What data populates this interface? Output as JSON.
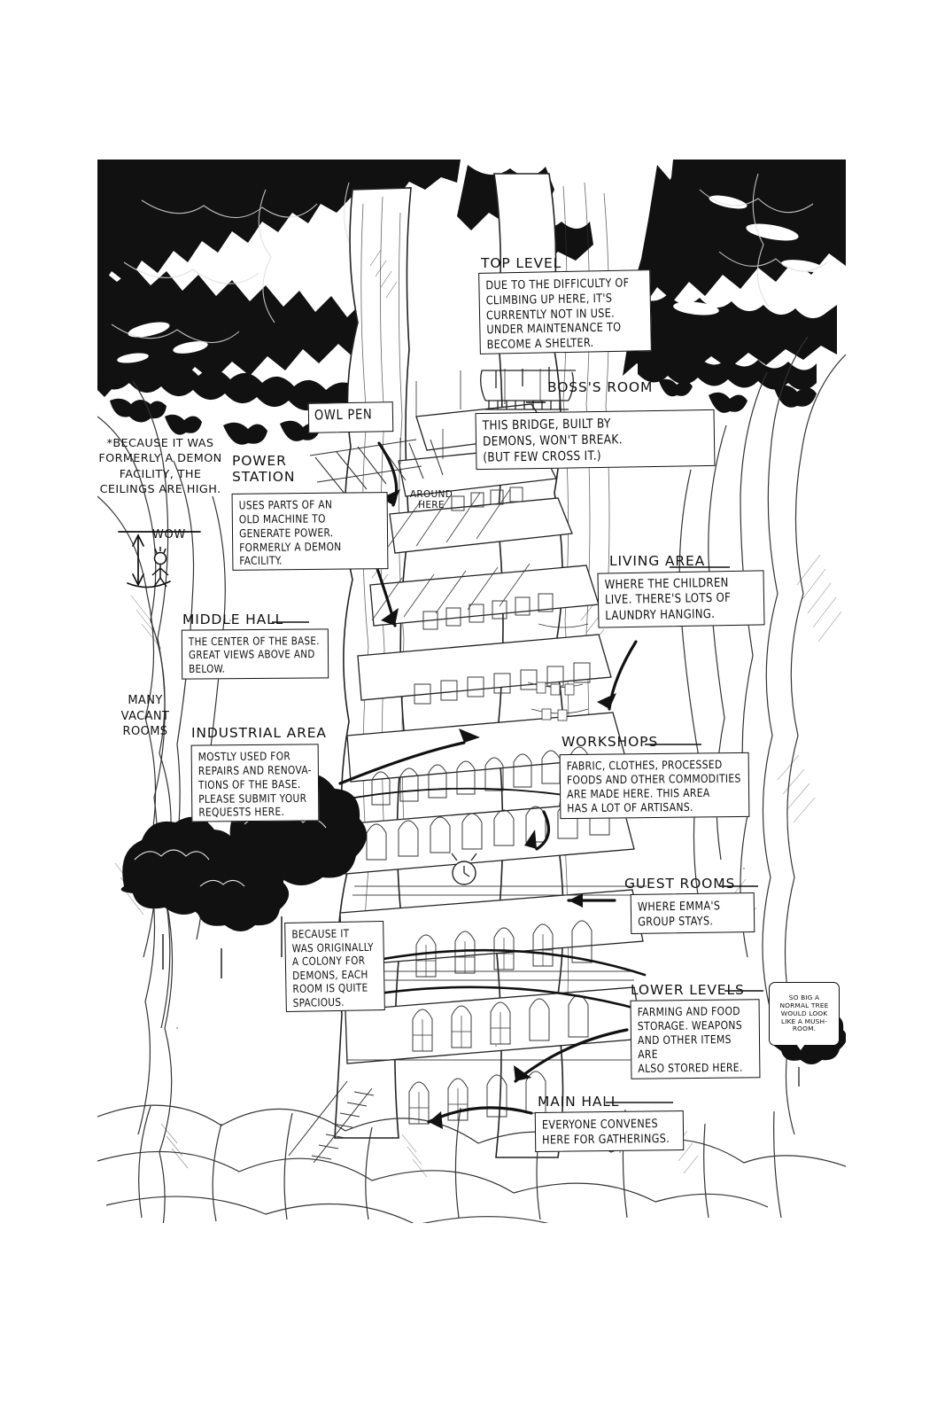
{
  "page": {
    "kind": "manga-cross-section-diagram",
    "subject": "Giant tree base interior cutaway with annotated areas",
    "ink": "#111111",
    "paper": "#ffffff"
  },
  "callouts": [
    {
      "id": "top-level",
      "heading": "TOP LEVEL",
      "body": "DUE TO THE DIFFICULTY OF\nCLIMBING UP HERE, IT'S\nCURRENTLY NOT IN USE.\nUNDER MAINTENANCE TO\nBECOME A SHELTER."
    },
    {
      "id": "boss-room",
      "heading": "BOSS'S ROOM",
      "body": "THIS BRIDGE, BUILT BY\nDEMONS, WON'T BREAK.\n(BUT FEW CROSS IT.)"
    },
    {
      "id": "owl-pen",
      "heading": "OWL PEN",
      "body": ""
    },
    {
      "id": "power-station",
      "heading": "POWER\nSTATION",
      "body": "USES PARTS OF AN\nOLD MACHINE TO\nGENERATE POWER.\nFORMERLY A DEMON FACILITY."
    },
    {
      "id": "living-area",
      "heading": "LIVING AREA",
      "body": "WHERE THE CHILDREN\nLIVE. THERE'S LOTS OF\nLAUNDRY HANGING."
    },
    {
      "id": "middle-hall",
      "heading": "MIDDLE HALL",
      "body": "THE CENTER OF THE BASE.\nGREAT VIEWS ABOVE AND\nBELOW."
    },
    {
      "id": "industrial-area",
      "heading": "INDUSTRIAL AREA",
      "body": "MOSTLY USED FOR\nREPAIRS AND RENOVA-\nTIONS OF THE BASE.\nPLEASE SUBMIT YOUR\nREQUESTS HERE."
    },
    {
      "id": "workshops",
      "heading": "WORKSHOPS",
      "body": "FABRIC, CLOTHES, PROCESSED\nFOODS AND OTHER COMMODITIES\nARE MADE HERE. THIS AREA\nHAS A LOT OF ARTISANS."
    },
    {
      "id": "guest-rooms",
      "heading": "GUEST ROOMS",
      "body": "WHERE EMMA'S\nGROUP STAYS."
    },
    {
      "id": "spacious-rooms",
      "heading": "",
      "body": "BECAUSE IT\nWAS ORIGINALLY\nA COLONY FOR\nDEMONS, EACH\nROOM IS QUITE\nSPACIOUS."
    },
    {
      "id": "lower-levels",
      "heading": "LOWER LEVELS",
      "body": "FARMING AND FOOD\nSTORAGE. WEAPONS\nAND OTHER ITEMS ARE\nALSO STORED HERE."
    },
    {
      "id": "main-hall",
      "heading": "MAIN HALL",
      "body": "EVERYONE CONVENES\nHERE FOR GATHERINGS."
    }
  ],
  "free_text": {
    "ceiling_note": "*BECAUSE IT WAS\nFORMERLY A DEMON\nFACILITY, THE\nCEILINGS ARE HIGH.",
    "vacant_rooms": "MANY\nVACANT\nROOMS",
    "around_here": "AROUND\nHERE",
    "wow": "WOW",
    "mushroom_note": "SO BIG A\nNORMAL TREE\nWOULD LOOK\nLIKE A MUSH-\nROOM."
  }
}
